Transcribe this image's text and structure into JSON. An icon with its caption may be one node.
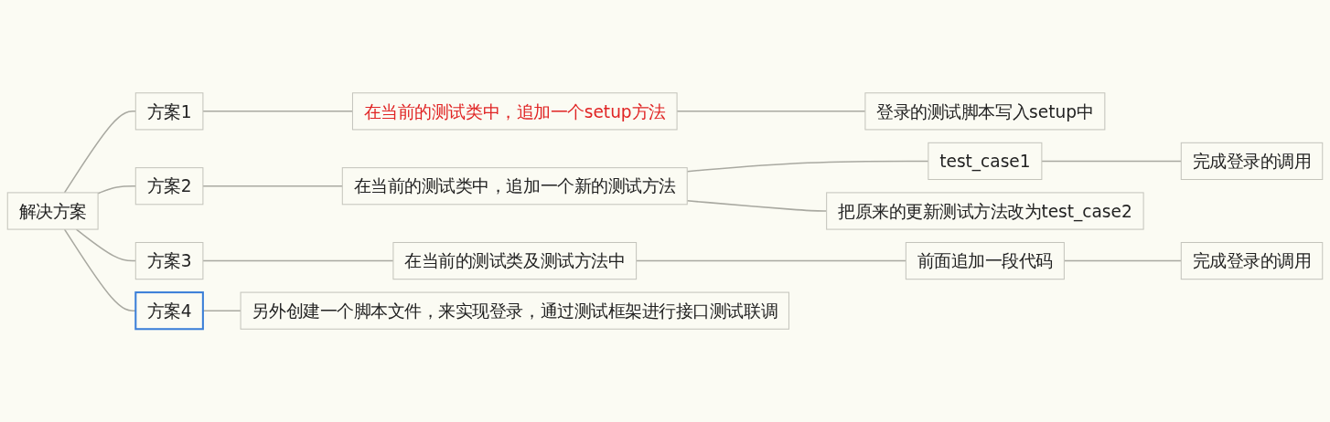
{
  "diagram": {
    "nodes": [
      {
        "text": [
          "解决方案"
        ]
      },
      {
        "text": [
          "方案1"
        ]
      },
      {
        "text": [
          "在当前的测试类中，追加一个setup方法"
        ]
      },
      {
        "text": [
          "登录的测试脚本写入setup中"
        ]
      },
      {
        "text": [
          "方案2"
        ]
      },
      {
        "text": [
          "在当前的测试类中，追加一个新的测试方法"
        ]
      },
      {
        "text": [
          "test_case1"
        ]
      },
      {
        "text": [
          "完成登录的调用"
        ]
      },
      {
        "text": [
          "把原来的更新测试方法改为test_case2"
        ]
      },
      {
        "text": [
          "方案3"
        ]
      },
      {
        "text": [
          "在当前的测试类及测试方法中"
        ]
      },
      {
        "text": [
          "前面追加一段代码"
        ]
      },
      {
        "text": [
          "完成登录的调用"
        ]
      },
      {
        "text": [
          "方案4"
        ]
      },
      {
        "text": [
          "另外创建一个脚本文件，来实现登录，通过测试框架进行接口测试联调"
        ]
      }
    ],
    "edges": [
      {
        "from": 0,
        "to": 1,
        "arrow": "none"
      },
      {
        "from": 1,
        "to": 2,
        "arrow": "none"
      },
      {
        "from": 2,
        "to": 3,
        "arrow": "none"
      },
      {
        "from": 0,
        "to": 4,
        "arrow": "none"
      },
      {
        "from": 4,
        "to": 5,
        "arrow": "none"
      },
      {
        "from": 5,
        "to": 6,
        "arrow": "none"
      },
      {
        "from": 6,
        "to": 7,
        "arrow": "none"
      },
      {
        "from": 5,
        "to": 8,
        "arrow": "none"
      },
      {
        "from": 0,
        "to": 9,
        "arrow": "none"
      },
      {
        "from": 9,
        "to": 10,
        "arrow": "none"
      },
      {
        "from": 10,
        "to": 11,
        "arrow": "none"
      },
      {
        "from": 11,
        "to": 12,
        "arrow": "none"
      },
      {
        "from": 0,
        "to": 13,
        "arrow": "none"
      },
      {
        "from": 13,
        "to": 14,
        "arrow": "none"
      }
    ]
  }
}
